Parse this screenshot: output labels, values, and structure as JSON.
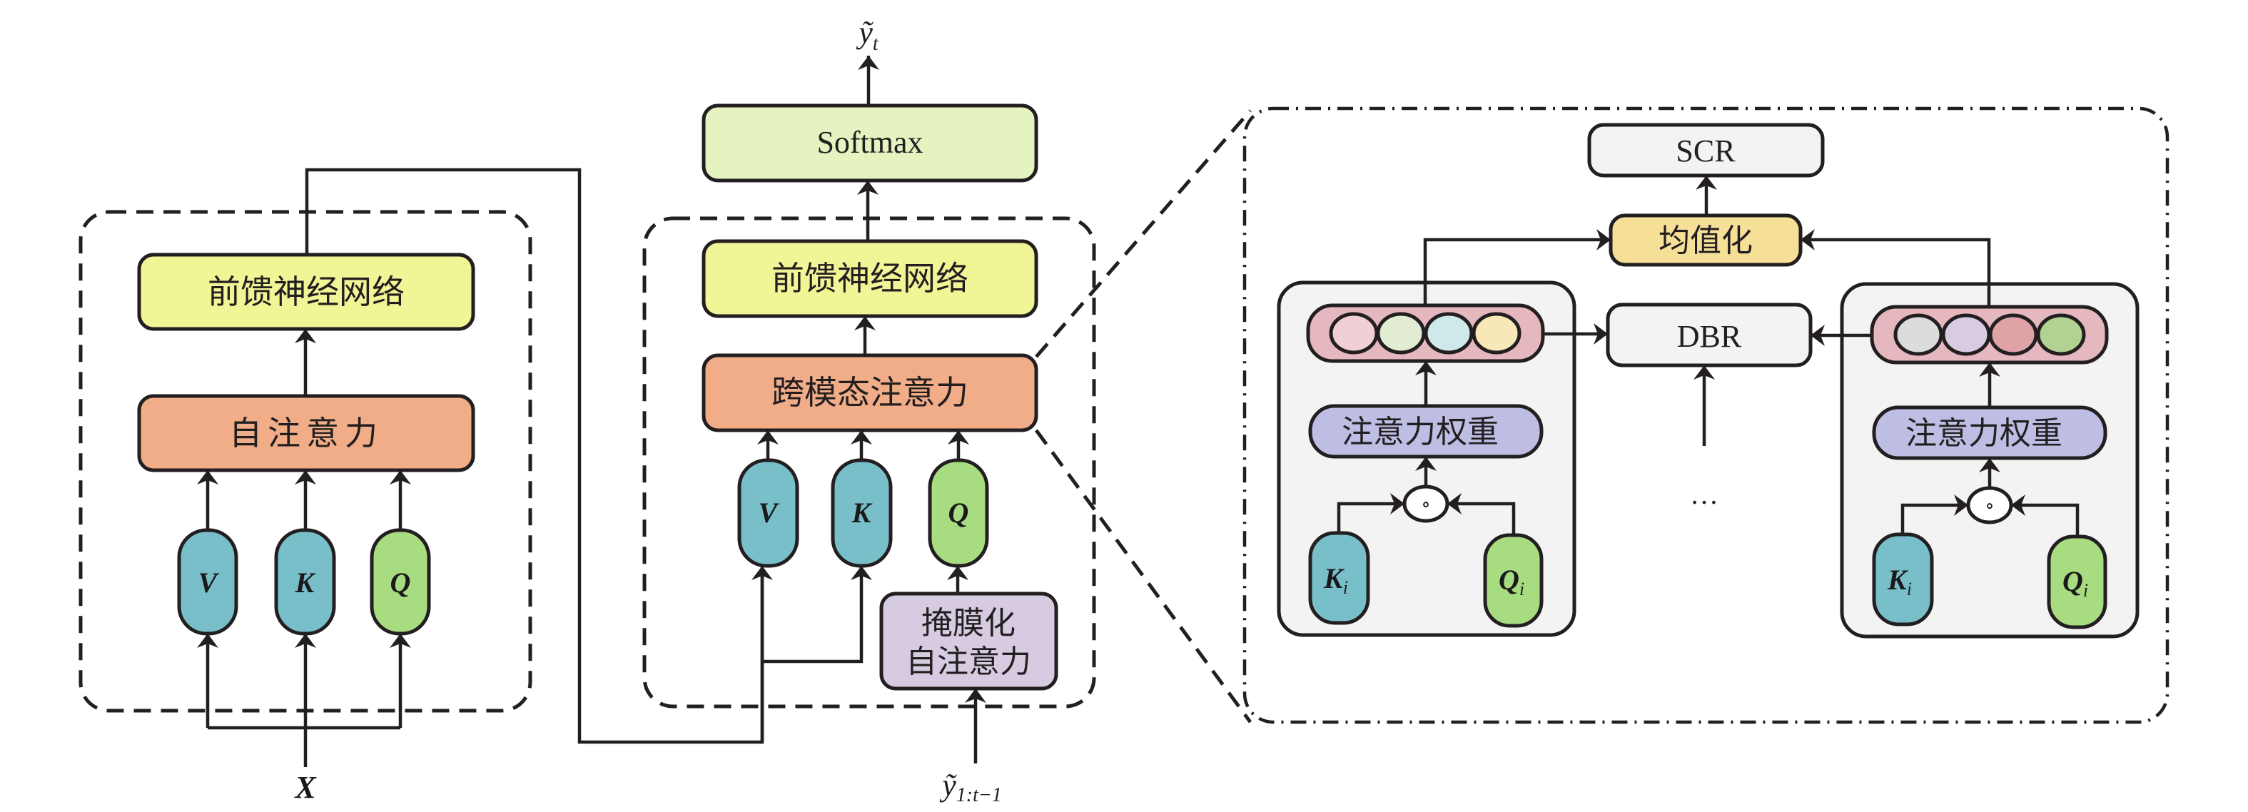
{
  "colors": {
    "ffn": "#f0f596",
    "self_attention": "#f0ad87",
    "value_key": "#78bfca",
    "query": "#a8dc80",
    "softmax": "#e4f3c0",
    "masked": "#d6cbe1",
    "panel_box": "#f3f3f3",
    "mean": "#f6df97",
    "weights": "#bebde4",
    "vector_pill": "#e4b8be",
    "left_vector_circles": [
      "#f0d0d4",
      "#e2ecd2",
      "#cfe8ea",
      "#f8e8b8"
    ],
    "right_vector_circles": [
      "#dcdcdc",
      "#d8cce2",
      "#dfa3a7",
      "#b2d291"
    ]
  },
  "encoder": {
    "ffn_label": "前馈神经网络",
    "attention_label": "自注意力",
    "v_label": "V",
    "k_label": "K",
    "q_label": "Q",
    "input_label": "X"
  },
  "decoder": {
    "output_label": "ỹ",
    "output_subscript": "t",
    "softmax_label": "Softmax",
    "ffn_label": "前馈神经网络",
    "cross_attention_label": "跨模态注意力",
    "v_label": "V",
    "k_label": "K",
    "q_label": "Q",
    "masked_line1": "掩膜化",
    "masked_line2": "自注意力",
    "input_label": "ỹ",
    "input_subscript": "1:t−1"
  },
  "detail": {
    "scr_label": "SCR",
    "mean_label": "均值化",
    "dbr_label": "DBR",
    "ellipsis": "…",
    "left_block": {
      "weights_label": "注意力权重",
      "op_symbol": "∘",
      "k_label": "K",
      "k_sub": "i",
      "q_label": "Q",
      "q_sub": "i"
    },
    "right_block": {
      "weights_label": "注意力权重",
      "op_symbol": "∘",
      "k_label": "K",
      "k_sub": "i",
      "q_label": "Q",
      "q_sub": "i"
    }
  }
}
